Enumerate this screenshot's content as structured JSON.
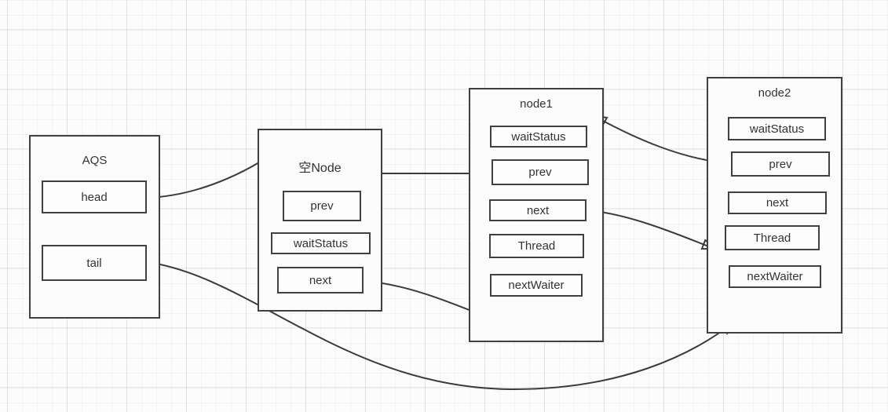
{
  "canvas": {
    "background_color": "#fcfcfc",
    "grid_minor_color": "#ededed",
    "grid_major_color": "#e2e2e2",
    "shape_border_color": "#404040",
    "arrow_color": "#3b3b3b",
    "text_color": "#333333"
  },
  "nodes": [
    {
      "id": "aqs",
      "title": "AQS",
      "fields": [
        "head",
        "tail"
      ]
    },
    {
      "id": "empty-node",
      "title": "空Node",
      "fields": [
        "prev",
        "waitStatus",
        "next"
      ]
    },
    {
      "id": "node1",
      "title": "node1",
      "fields": [
        "waitStatus",
        "prev",
        "next",
        "Thread",
        "nextWaiter"
      ]
    },
    {
      "id": "node2",
      "title": "node2",
      "fields": [
        "waitStatus",
        "prev",
        "next",
        "Thread",
        "nextWaiter"
      ]
    }
  ],
  "edges": [
    {
      "from": "AQS.head",
      "to": "空Node"
    },
    {
      "from": "node1.prev",
      "to": "空Node"
    },
    {
      "from": "空Node.next",
      "to": "node1"
    },
    {
      "from": "node1.next",
      "to": "node2.Thread"
    },
    {
      "from": "node2.prev",
      "to": "node1"
    },
    {
      "from": "AQS.tail",
      "to": "node2"
    }
  ]
}
